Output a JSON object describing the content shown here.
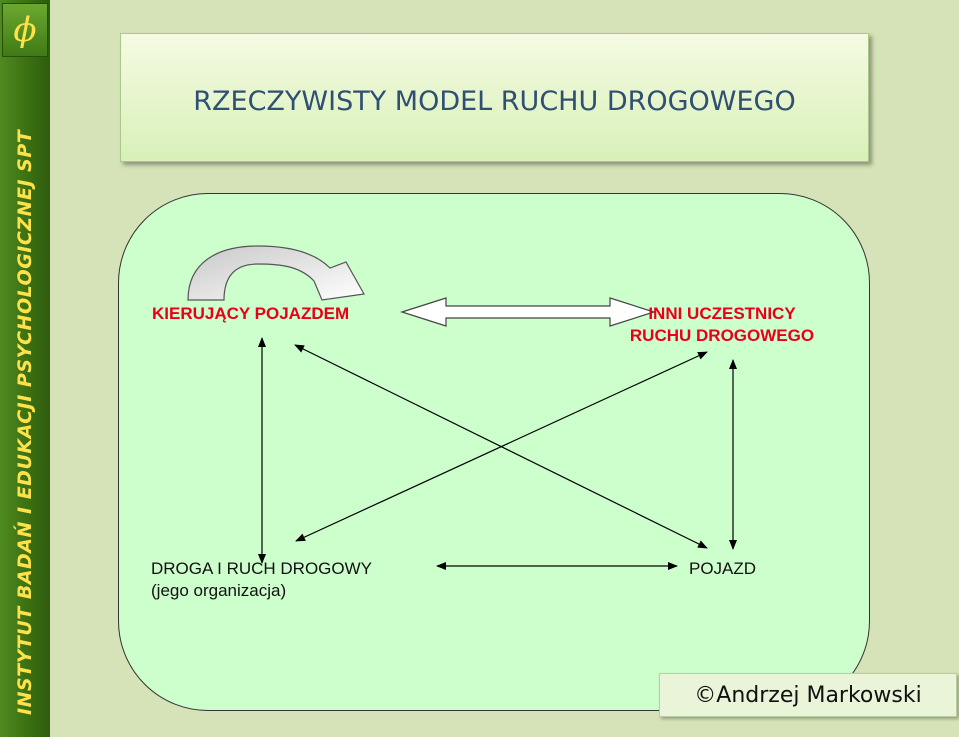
{
  "sidebar": {
    "logo_symbol": "ϕ",
    "vertical_text": "INSTYTUT BADAŃ I EDUKACJI PSYCHOLOGICZNEJ   SPT"
  },
  "title": "RZECZYWISTY  MODEL  RUCHU DROGOWEGO",
  "diagram": {
    "node_driver": "KIERUJĄCY POJAZDEM",
    "node_others_line1": "INNI UCZESTNICY",
    "node_others_line2": "RUCHU DROGOWEGO",
    "node_road_line1": "DROGA I RUCH DROGOWY",
    "node_road_line2": "(jego organizacja)",
    "node_vehicle": "POJAZD"
  },
  "footer": {
    "copyright": "©Andrzej Markowski"
  },
  "colors": {
    "sidebar_green": "#3a6e12",
    "sidebar_text": "#ffe24a",
    "title_text": "#2f4f73",
    "diagram_fill": "#ccffcc",
    "driver_label": "#e8001a",
    "others_label": "#e8001a"
  }
}
